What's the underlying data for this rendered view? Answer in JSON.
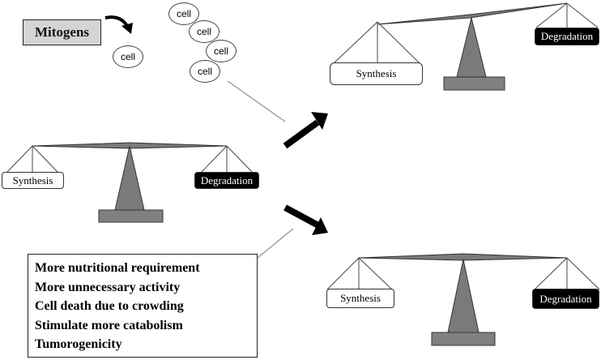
{
  "mitogens": "Mitogens",
  "cells": [
    "cell",
    "cell",
    "cell",
    "cell",
    "cell"
  ],
  "balances": {
    "center": {
      "synthesis": "Synthesis",
      "degradation": "Degradation"
    },
    "top_right": {
      "synthesis": "Synthesis",
      "degradation": "Degradation"
    },
    "bottom_right": {
      "synthesis": "Synthesis",
      "degradation": "Degradation"
    }
  },
  "effects": [
    "More nutritional requirement",
    "More unnecessary activity",
    "Cell death due to crowding",
    "Stimulate more catabolism",
    "Tumorogenicity"
  ],
  "colors": {
    "beam": "#7a7a7a",
    "fulcrum": "#7a7a7a",
    "base": "#808080",
    "degradation_fill": "#000000"
  }
}
